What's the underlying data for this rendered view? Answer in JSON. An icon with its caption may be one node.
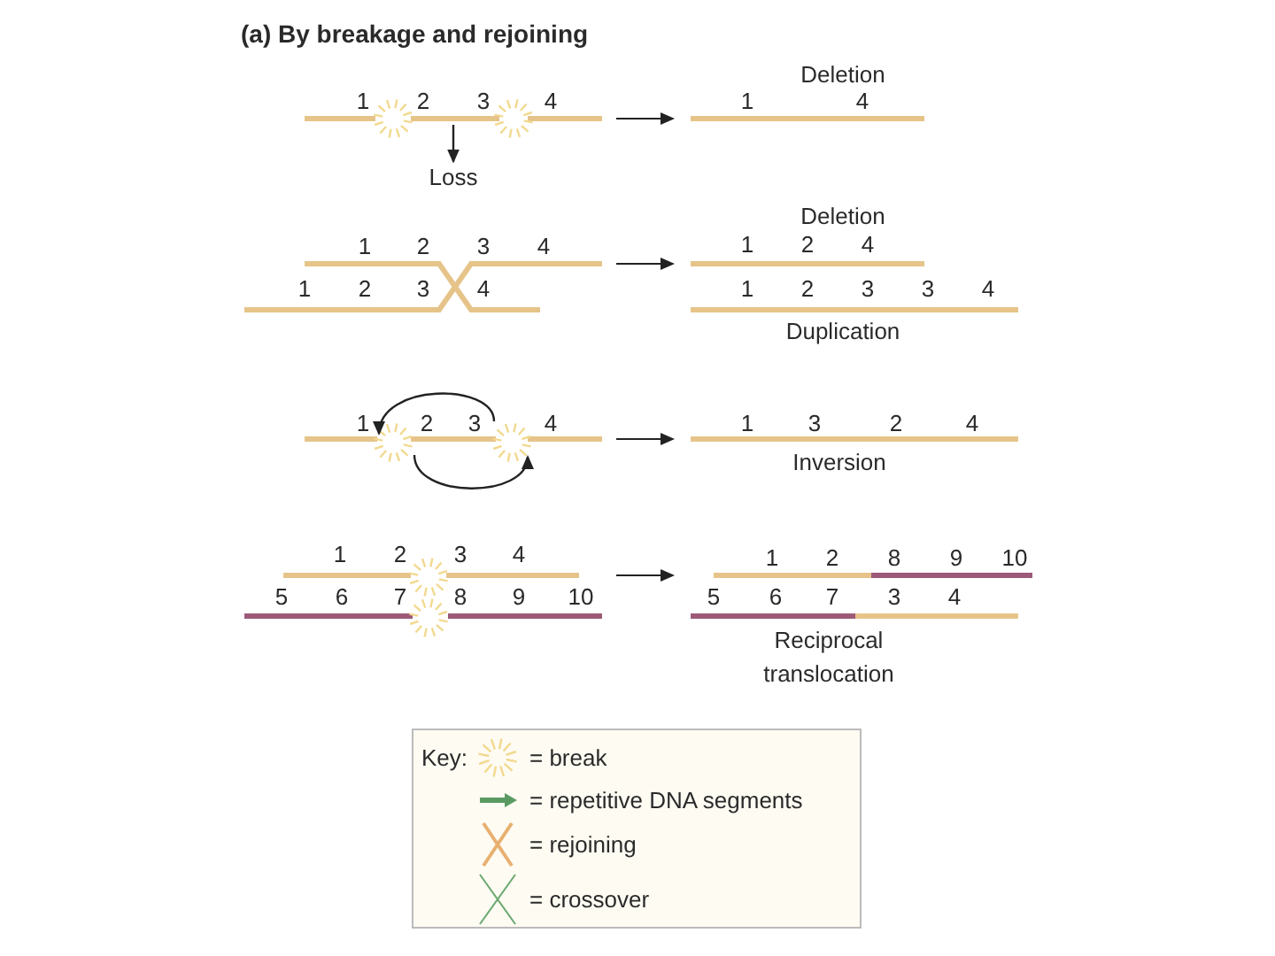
{
  "diagram": {
    "title": "(a) By breakage and rejoining",
    "nodes": [
      {
        "text": [],
        "shape": "bar"
      },
      {
        "text": [
          "Loss"
        ]
      }
    ],
    "edges": [
      {
        "from": 0,
        "to": 1,
        "arrow": "to"
      }
    ],
    "labels": [
      "Deletion",
      "1",
      "2",
      "3",
      "4",
      "1",
      "4",
      "Deletion",
      "1",
      "2",
      "3",
      "4",
      "1",
      "2",
      "4",
      "1",
      "2",
      "3",
      "4",
      "1",
      "2",
      "3",
      "3",
      "4",
      "Duplication",
      "1",
      "2",
      "3",
      "4",
      "1",
      "3",
      "2",
      "4",
      "Inversion",
      "1",
      "2",
      "3",
      "4",
      "1",
      "2",
      "8",
      "9",
      "10",
      "5",
      "6",
      "7",
      "8",
      "9",
      "10",
      "5",
      "6",
      "7",
      "3",
      "4",
      "Reciprocal translocation",
      "Key:"
    ],
    "legend": [
      {
        "text": "= break"
      },
      {
        "text": "= repetitive DNA segments"
      },
      {
        "text": "= rejoining"
      },
      {
        "text": "= crossover"
      }
    ]
  }
}
